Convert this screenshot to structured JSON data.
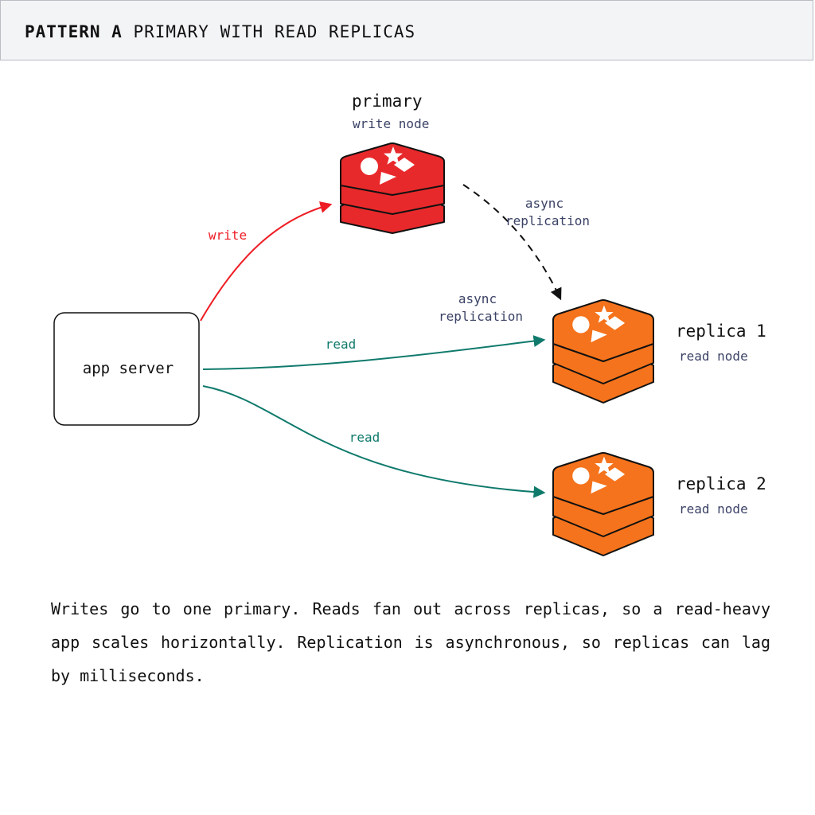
{
  "header": {
    "pattern_label": "PATTERN A",
    "title": "PRIMARY WITH READ REPLICAS"
  },
  "nodes": {
    "primary": {
      "name": "primary",
      "role": "write node"
    },
    "replica1": {
      "name": "replica 1",
      "role": "read node"
    },
    "replica2": {
      "name": "replica 2",
      "role": "read node"
    },
    "app": {
      "name": "app server"
    }
  },
  "edges": {
    "write": "write",
    "read1": "read",
    "read2": "read",
    "replication_a": [
      "async",
      "replication"
    ],
    "replication_b": [
      "async",
      "replication"
    ]
  },
  "description": "Writes go to one primary. Reads fan out across replicas, so a read-heavy app scales horizontally. Replication is asynchronous, so replicas can lag by milliseconds.",
  "colors": {
    "primary_fill": "#e8292b",
    "replica_fill": "#f5731c",
    "write_edge": "#ee1c24",
    "read_edge": "#0f7a6c",
    "role_text": "#3b4266"
  }
}
